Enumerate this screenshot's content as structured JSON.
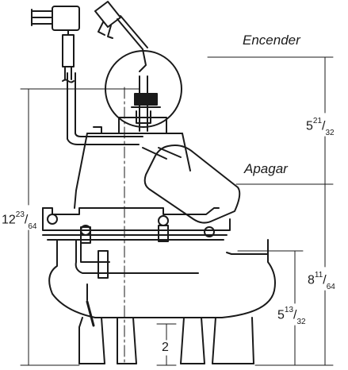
{
  "labels": {
    "on": "Encender",
    "off": "Apagar"
  },
  "dimensions": {
    "total_height": {
      "whole": "12",
      "num": "23",
      "den": "64"
    },
    "switch_range": {
      "whole": "5",
      "num": "21",
      "den": "32"
    },
    "off_level": {
      "whole": "8",
      "num": "11",
      "den": "64"
    },
    "discharge": {
      "whole": "5",
      "num": "13",
      "den": "32"
    },
    "base_gap": {
      "whole": "2"
    }
  },
  "colors": {
    "ink": "#1a1a1a",
    "paper": "#ffffff"
  }
}
